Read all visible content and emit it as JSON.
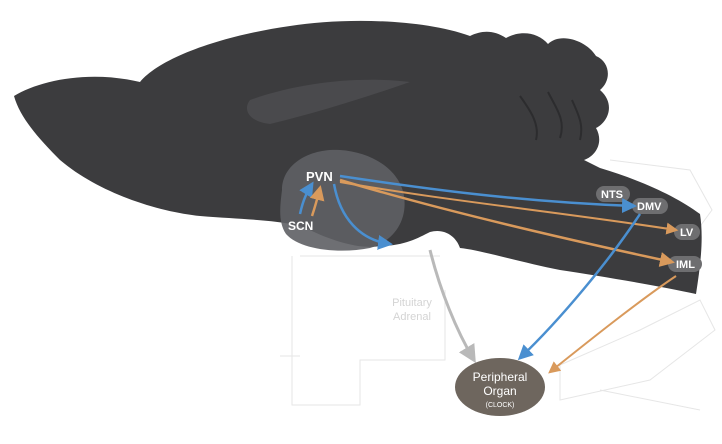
{
  "labels": {
    "pvn": "PVN",
    "scn": "SCN",
    "nts": "NTS",
    "dmv": "DMV",
    "iml": "IML",
    "partial": "LV",
    "organ_line1": "Peripheral",
    "organ_line2": "Organ",
    "organ_line3": "(CLOCK)",
    "pituitary_ghost_1": "Pituitary",
    "pituitary_ghost_2": "Adrenal"
  },
  "colors": {
    "brain": "#3c3c3e",
    "hypothalamus_region": "#5e5f64",
    "blue_arrow": "#4a8fd0",
    "orange_arrow": "#d99a5c",
    "grey_arrow": "#b9b9b9",
    "organ_fill": "#6e665e",
    "node_fill": "#6e6e70"
  }
}
